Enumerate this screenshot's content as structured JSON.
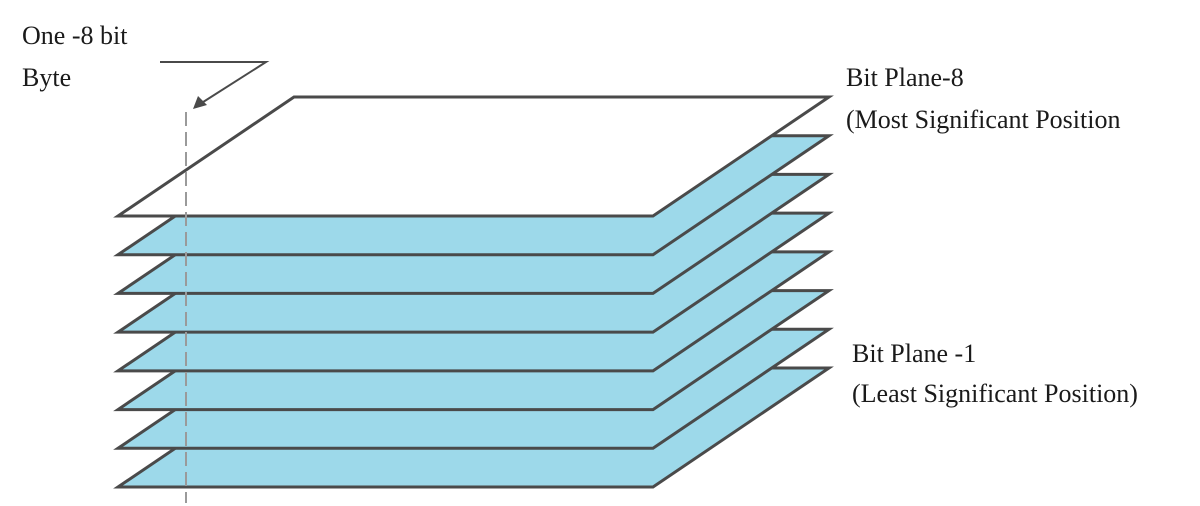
{
  "labels": {
    "byte_line1": "One -8 bit",
    "byte_line2": "Byte",
    "top_plane_line1": "Bit Plane-8",
    "top_plane_line2": "(Most Significant Position",
    "bottom_plane_line1": "Bit Plane -1",
    "bottom_plane_line2": "(Least Significant  Position)"
  },
  "planes": {
    "count": 8,
    "top_fill": "#ffffff",
    "lower_fill": "#9dd9ea",
    "edge_color": "#4a4a4a"
  },
  "byte_line": {
    "color": "#9a9a9a"
  }
}
